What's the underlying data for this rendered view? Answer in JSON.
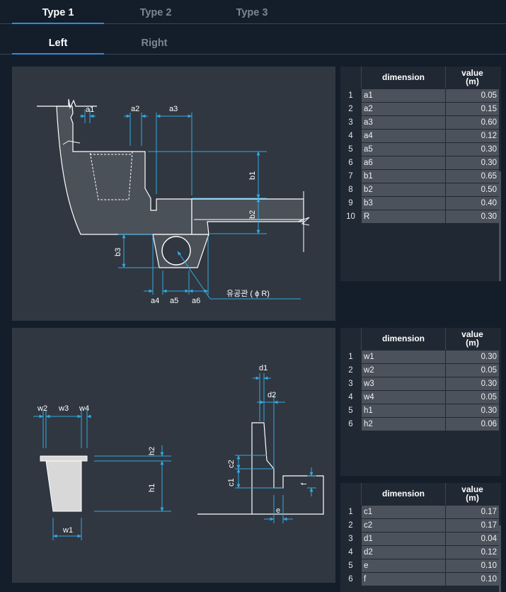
{
  "tabs": {
    "main": [
      {
        "label": "Type 1",
        "active": true
      },
      {
        "label": "Type 2",
        "active": false
      },
      {
        "label": "Type 3",
        "active": false
      }
    ],
    "sub": [
      {
        "label": "Left",
        "active": true
      },
      {
        "label": "Right",
        "active": false
      }
    ]
  },
  "diagram1": {
    "labels": {
      "a1": "a1",
      "a2": "a2",
      "a3": "a3",
      "a4": "a4",
      "a5": "a5",
      "a6": "a6",
      "b1": "b1",
      "b2": "b2",
      "b3": "b3",
      "pipe": "유공관 ( ϕ R)"
    }
  },
  "diagram2": {
    "labels": {
      "w1": "w1",
      "w2": "w2",
      "w3": "w3",
      "w4": "w4",
      "h1": "h1",
      "h2": "h2",
      "c1": "c1",
      "c2": "c2",
      "d1": "d1",
      "d2": "d2",
      "e": "e",
      "f": "f"
    }
  },
  "table_header": {
    "dimension": "dimension",
    "value_line1": "value",
    "value_line2": "(m)"
  },
  "table1": {
    "rows": [
      {
        "idx": "1",
        "name": "a1",
        "value": "0.05"
      },
      {
        "idx": "2",
        "name": "a2",
        "value": "0.15"
      },
      {
        "idx": "3",
        "name": "a3",
        "value": "0.60"
      },
      {
        "idx": "4",
        "name": "a4",
        "value": "0.12"
      },
      {
        "idx": "5",
        "name": "a5",
        "value": "0.30"
      },
      {
        "idx": "6",
        "name": "a6",
        "value": "0.30"
      },
      {
        "idx": "7",
        "name": "b1",
        "value": "0.65"
      },
      {
        "idx": "8",
        "name": "b2",
        "value": "0.50"
      },
      {
        "idx": "9",
        "name": "b3",
        "value": "0.40"
      },
      {
        "idx": "10",
        "name": "R",
        "value": "0.30"
      }
    ]
  },
  "table2": {
    "rows": [
      {
        "idx": "1",
        "name": "w1",
        "value": "0.30"
      },
      {
        "idx": "2",
        "name": "w2",
        "value": "0.05"
      },
      {
        "idx": "3",
        "name": "w3",
        "value": "0.30"
      },
      {
        "idx": "4",
        "name": "w4",
        "value": "0.05"
      },
      {
        "idx": "5",
        "name": "h1",
        "value": "0.30"
      },
      {
        "idx": "6",
        "name": "h2",
        "value": "0.06"
      }
    ]
  },
  "table3": {
    "rows": [
      {
        "idx": "1",
        "name": "c1",
        "value": "0.17"
      },
      {
        "idx": "2",
        "name": "c2",
        "value": "0.17"
      },
      {
        "idx": "3",
        "name": "d1",
        "value": "0.04"
      },
      {
        "idx": "4",
        "name": "d2",
        "value": "0.12"
      },
      {
        "idx": "5",
        "name": "e",
        "value": "0.10"
      },
      {
        "idx": "6",
        "name": "f",
        "value": "0.10"
      }
    ]
  },
  "colors": {
    "accent": "#2f8bd6",
    "dim_line": "#35a8e0",
    "panel": "#303741",
    "background": "#141e2b"
  }
}
